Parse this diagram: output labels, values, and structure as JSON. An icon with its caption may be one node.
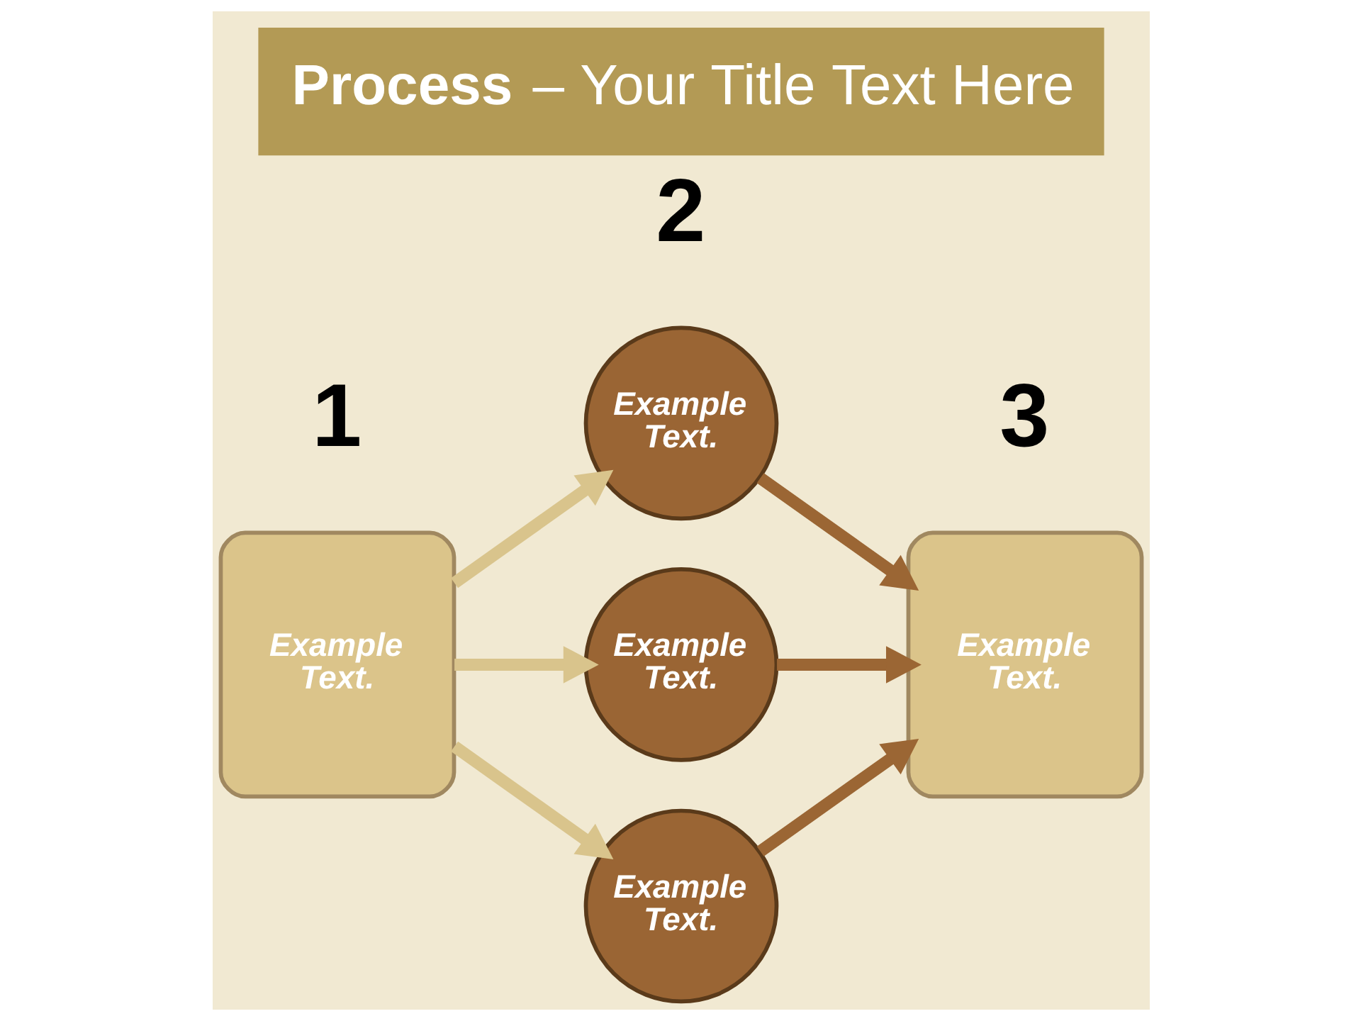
{
  "diagram": {
    "title": "**Process** – Your Title Text Here",
    "nodes": [
      {
        "text": [
          "Example Text."
        ]
      },
      {
        "text": [
          "Example Text."
        ]
      },
      {
        "text": [
          "Example Text."
        ]
      },
      {
        "text": [
          "Example Text."
        ]
      },
      {
        "text": [
          "Example Text."
        ]
      }
    ],
    "edges": [
      {
        "from": 0,
        "to": 1,
        "arrow": "to",
        "color": "#d9c48c"
      },
      {
        "from": 0,
        "to": 2,
        "arrow": "to",
        "color": "#d9c48c"
      },
      {
        "from": 0,
        "to": 3,
        "arrow": "to",
        "color": "#d9c48c"
      },
      {
        "from": 1,
        "to": 4,
        "arrow": "to",
        "color": "#9b6634"
      },
      {
        "from": 2,
        "to": 4,
        "arrow": "to",
        "color": "#9b6634"
      },
      {
        "from": 3,
        "to": 4,
        "arrow": "to",
        "color": "#9b6634"
      }
    ],
    "labels": [
      "2",
      "1",
      "3"
    ]
  }
}
